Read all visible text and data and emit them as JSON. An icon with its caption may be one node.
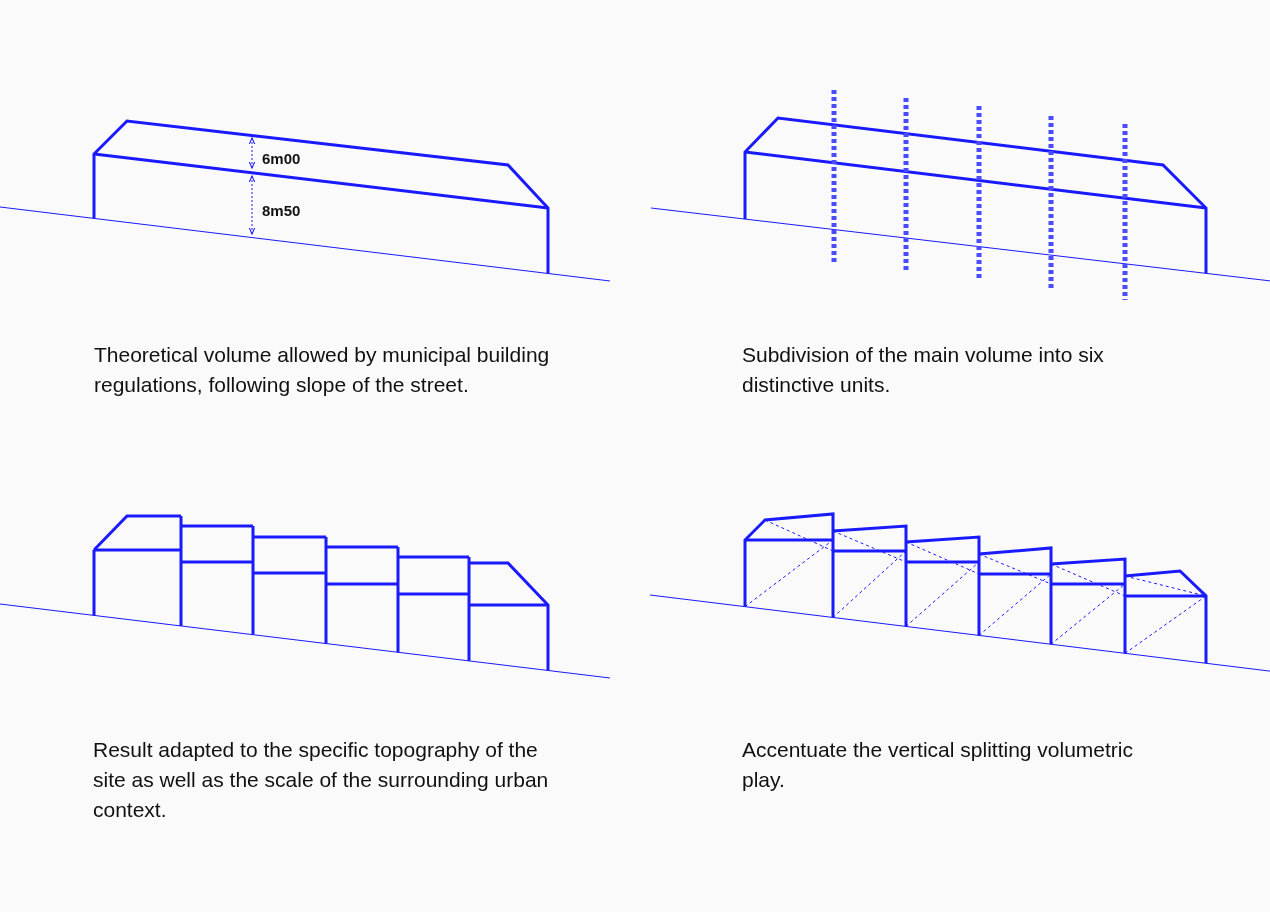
{
  "diagram": {
    "labels": [
      "6m00",
      "8m50",
      "Theoretical volume allowed by municipal building regulations, following slope of the street.",
      "Subdivision of the main volume into six distinctive units.",
      "Result adapted to the specific topography of the site as well as the scale of the surrounding urban context.",
      "Accentuate the vertical splitting volumetric play."
    ]
  }
}
